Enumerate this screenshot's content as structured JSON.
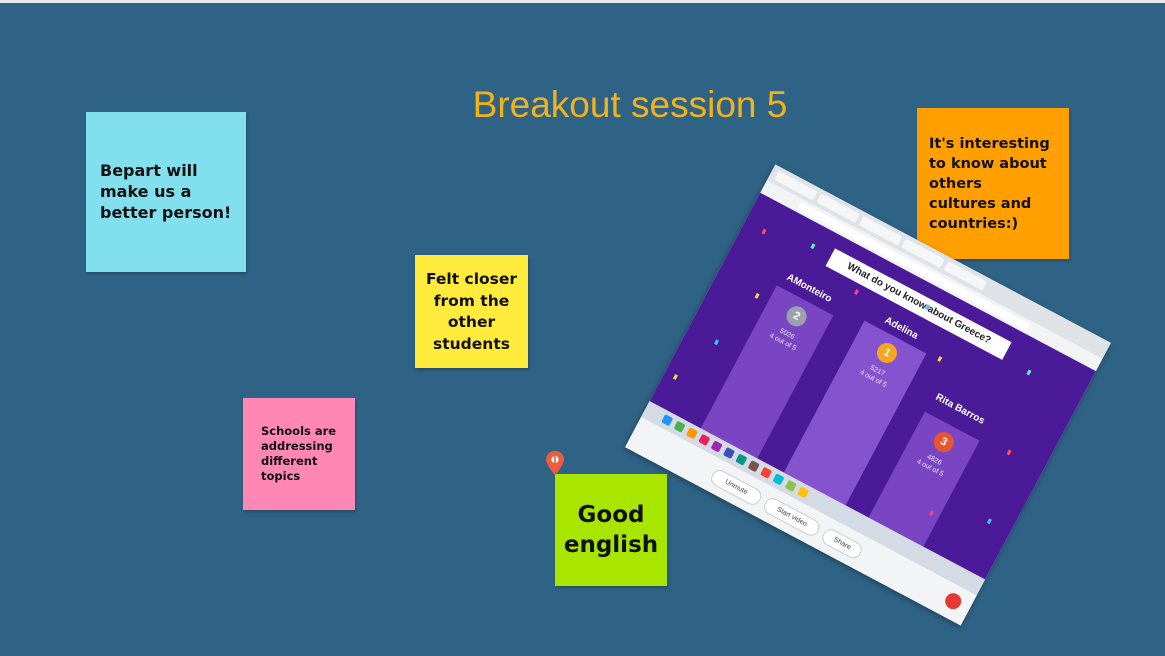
{
  "title": "Breakout session 5",
  "notes": {
    "bepart": {
      "lines": [
        "Bepart will",
        "make us a",
        "better person!"
      ],
      "color": "#82e0ee"
    },
    "interesting": {
      "lines": [
        "It's interesting",
        "to know about",
        "others",
        "cultures and",
        "countries:)"
      ],
      "color": "#ff9f00"
    },
    "closer": {
      "lines": [
        "Felt closer",
        "from the",
        "other",
        "students"
      ],
      "color": "#ffeb3b"
    },
    "schools": {
      "lines": [
        "Schools are",
        "addressing",
        "different",
        "topics"
      ],
      "color": "#ff87b3"
    },
    "english": {
      "lines": [
        "Good",
        "english"
      ],
      "color": "#a8e600"
    }
  },
  "screenshot": {
    "question": "What do you know about Greece?",
    "podium": [
      {
        "rank": "2",
        "name": "AMonteiro",
        "points": "5026",
        "correct": "4 out of 5"
      },
      {
        "rank": "1",
        "name": "Adelina",
        "points": "5217",
        "correct": "4 out of 5"
      },
      {
        "rank": "3",
        "name": "Rita Barros",
        "points": "4826",
        "correct": "4 out of 5"
      }
    ],
    "meet_buttons": [
      "Unmute",
      "Start video",
      "Share"
    ]
  },
  "colors": {
    "background": "#2f6386",
    "title": "#f2b21b",
    "kahoot_purple": "#4b1a99"
  }
}
